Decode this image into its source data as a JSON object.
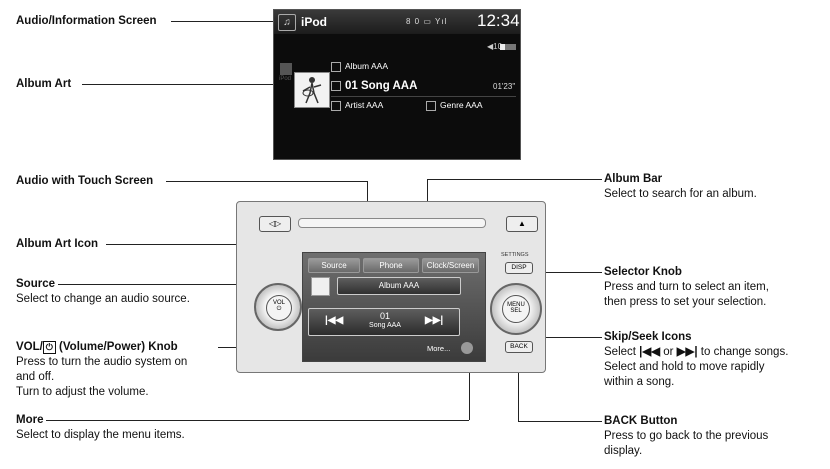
{
  "labels": {
    "audio_info": {
      "title": "Audio/Information Screen"
    },
    "album_art": {
      "title": "Album Art"
    },
    "audio_touch": {
      "title": "Audio with Touch Screen"
    },
    "album_art_icon": {
      "title": "Album Art Icon"
    },
    "source": {
      "title": "Source",
      "desc": "Select to change an audio source."
    },
    "vol_knob": {
      "title_pre": "VOL/",
      "title_post": " (Volume/Power) Knob",
      "desc1": "Press to turn the audio system on",
      "desc2": "and off.",
      "desc3": "Turn to adjust the volume."
    },
    "more": {
      "title": "More",
      "desc": "Select to display the menu items."
    },
    "album_bar": {
      "title": "Album Bar",
      "desc": "Select to search for an album."
    },
    "selector": {
      "title": "Selector Knob",
      "desc1": "Press and turn to select an item,",
      "desc2": "then press to set your selection."
    },
    "skip_seek": {
      "title": "Skip/Seek Icons",
      "desc1_pre": "Select ",
      "desc1_mid": " or ",
      "desc1_post": " to change songs.",
      "desc2": "Select and hold to move rapidly",
      "desc3": "within a song."
    },
    "back": {
      "title": "BACK Button",
      "desc1": "Press to go back to the previous",
      "desc2": "display."
    }
  },
  "screen": {
    "source": "iPod",
    "status": "8 0 ▭ Yıl",
    "clock": "12:34",
    "volume": "10",
    "album": "Album AAA",
    "song": "01 Song AAA",
    "elapsed": "01'23\"",
    "artist": "Artist AAA",
    "genre": "Genre AAA",
    "ghost": "iPod"
  },
  "unit": {
    "tabs": [
      "Source",
      "Phone",
      "Clock/Screen"
    ],
    "album_bar": "Album AAA",
    "track_num": "01",
    "track_name": "Song AAA",
    "more": "More...",
    "vol": "VOL",
    "settings": "SETTINGS",
    "disp": "DISP",
    "menu": "MENU",
    "sel": "SEL",
    "back": "BACK"
  },
  "colors": {
    "callout": "#222222",
    "screen_bg": "#0c0c0c",
    "unit_bg": "#e6e6e6"
  }
}
